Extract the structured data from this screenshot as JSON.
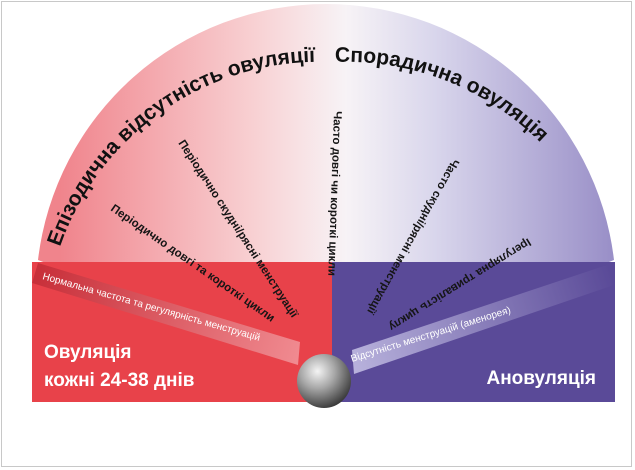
{
  "diagram": {
    "arc_titles": {
      "left": "Епізодична відсутність овуляції",
      "right": "Спорадична овуляція"
    },
    "rays": [
      "Періодично довгі та короткі цикли",
      "Періодично скудні/рясні менструації",
      "Часто довгі чи короткі цикли",
      "Часто скудні/рясні менструації",
      "Ірегулярна тривалість циклу"
    ],
    "bands": {
      "left": "Нормальна частота та регулярність менструацій",
      "right": "Відсутність менструацій (аменорея)"
    },
    "boxes": {
      "left_line1": "Овуляція",
      "left_line2": "кожні 24-38 днів",
      "right": "Ановуляція"
    },
    "colors": {
      "red": "#e8424a",
      "purple": "#5a4a98",
      "fan_red": "#f0848c",
      "fan_purple": "#9a90c8"
    }
  }
}
